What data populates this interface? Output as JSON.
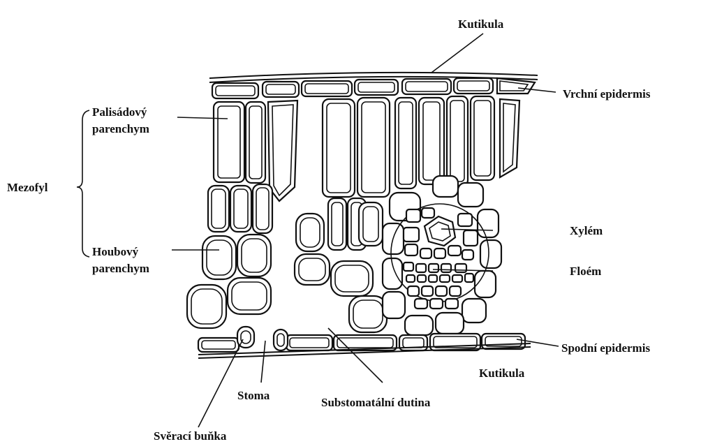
{
  "labels": {
    "cuticle_top": "Kutikula",
    "upper_epidermis": "Vrchní epidermis",
    "palisade_line1": "Palisádový",
    "palisade_line2": "parenchym",
    "mesophyll": "Mezofyl",
    "spongy_line1": "Houbový",
    "spongy_line2": "parenchym",
    "xylem": "Xylém",
    "phloem": "Floém",
    "lower_epidermis": "Spodní epidermis",
    "cuticle_bottom": "Kutikula",
    "stoma": "Stoma",
    "substomatal_cavity": "Substomatální dutina",
    "guard_cell": "Svěrací buňka"
  }
}
